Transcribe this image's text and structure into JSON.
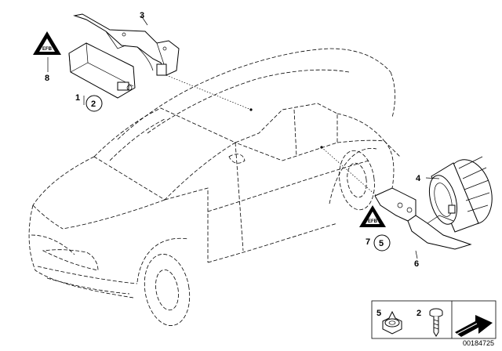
{
  "labels": {
    "l1": "1",
    "l2": "2",
    "l3": "3",
    "l4": "4",
    "l5": "5",
    "l6": "6",
    "l7": "7",
    "l8": "8"
  },
  "warning_text": "EFB",
  "legend": {
    "item_a": "5",
    "item_b": "2"
  },
  "doc_number": "00184725"
}
